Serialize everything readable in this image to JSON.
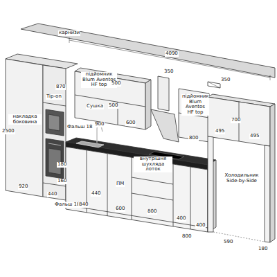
{
  "diagram": {
    "labels": [
      "карнизи",
      "4090",
      "підйомник Blum Aventos HF top",
      "500",
      "Сушка",
      "500",
      "900",
      "600",
      "350",
      "350",
      "підйомник Blum Aventos HF top",
      "800",
      "700",
      "495",
      "495",
      "накладка боковина",
      "2500",
      "870",
      "Tip-on",
      "Фальш 18",
      "180",
      "160",
      "Фальш 18",
      "920",
      "440",
      "840",
      "440",
      "ПМ",
      "600",
      "внутрішня шухляда лоток",
      "800",
      "400",
      "400",
      "800",
      "Холодильник Side-by-Side",
      "590",
      "180"
    ]
  }
}
